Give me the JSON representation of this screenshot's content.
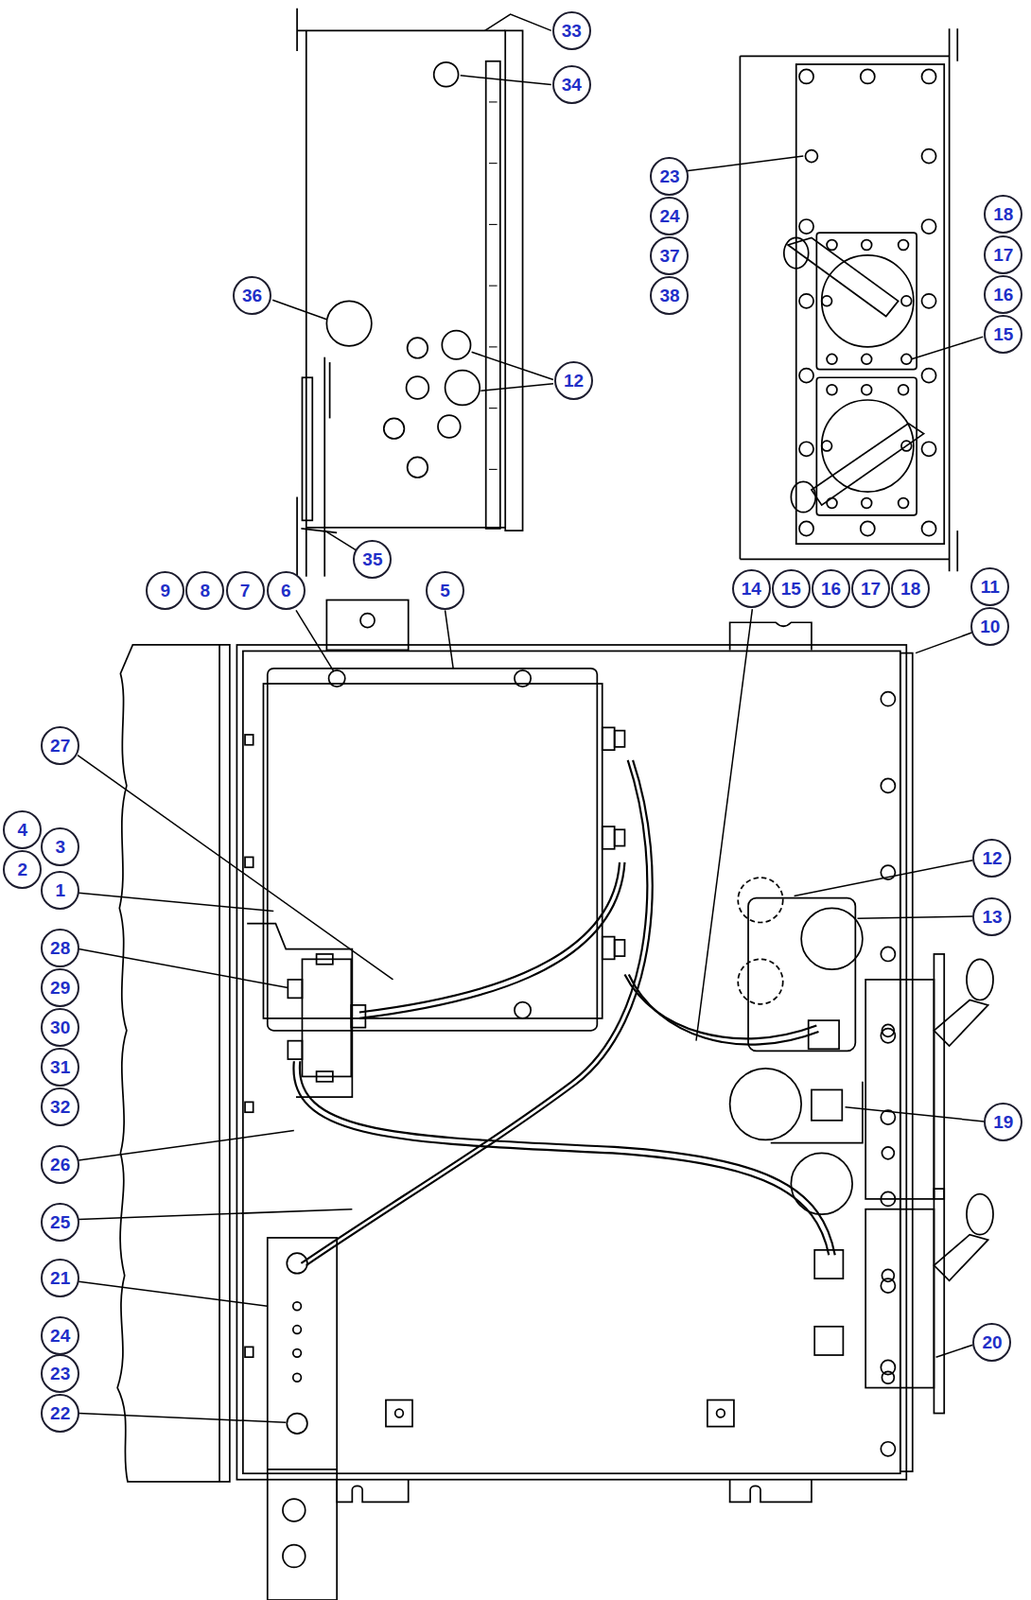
{
  "diagram": {
    "nodes": [
      {
        "text": [
          "33"
        ]
      },
      {
        "text": [
          "34"
        ]
      },
      {
        "text": [
          "23"
        ]
      },
      {
        "text": [
          "18"
        ]
      },
      {
        "text": [
          "24"
        ]
      },
      {
        "text": [
          "17"
        ]
      },
      {
        "text": [
          "37"
        ]
      },
      {
        "text": [
          "36"
        ]
      },
      {
        "text": [
          "38"
        ]
      },
      {
        "text": [
          "16"
        ]
      },
      {
        "text": [
          "15"
        ]
      },
      {
        "text": [
          "12"
        ]
      },
      {
        "text": [
          "35"
        ]
      },
      {
        "text": [
          "11"
        ]
      },
      {
        "text": [
          "9"
        ]
      },
      {
        "text": [
          "8"
        ]
      },
      {
        "text": [
          "7"
        ]
      },
      {
        "text": [
          "6"
        ]
      },
      {
        "text": [
          "5"
        ]
      },
      {
        "text": [
          "14"
        ]
      },
      {
        "text": [
          "15"
        ]
      },
      {
        "text": [
          "16"
        ]
      },
      {
        "text": [
          "17"
        ]
      },
      {
        "text": [
          "18"
        ]
      },
      {
        "text": [
          "10"
        ]
      },
      {
        "text": [
          "27"
        ]
      },
      {
        "text": [
          "4"
        ]
      },
      {
        "text": [
          "3"
        ]
      },
      {
        "text": [
          "12"
        ]
      },
      {
        "text": [
          "2"
        ]
      },
      {
        "text": [
          "1"
        ]
      },
      {
        "text": [
          "13"
        ]
      },
      {
        "text": [
          "28"
        ]
      },
      {
        "text": [
          "29"
        ]
      },
      {
        "text": [
          "30"
        ]
      },
      {
        "text": [
          "31"
        ]
      },
      {
        "text": [
          "32"
        ]
      },
      {
        "text": [
          "19"
        ]
      },
      {
        "text": [
          "26"
        ]
      },
      {
        "text": [
          "25"
        ]
      },
      {
        "text": [
          "21"
        ]
      },
      {
        "text": [
          "24"
        ]
      },
      {
        "text": [
          "20"
        ]
      },
      {
        "text": [
          "23"
        ]
      },
      {
        "text": [
          "22"
        ]
      }
    ]
  }
}
